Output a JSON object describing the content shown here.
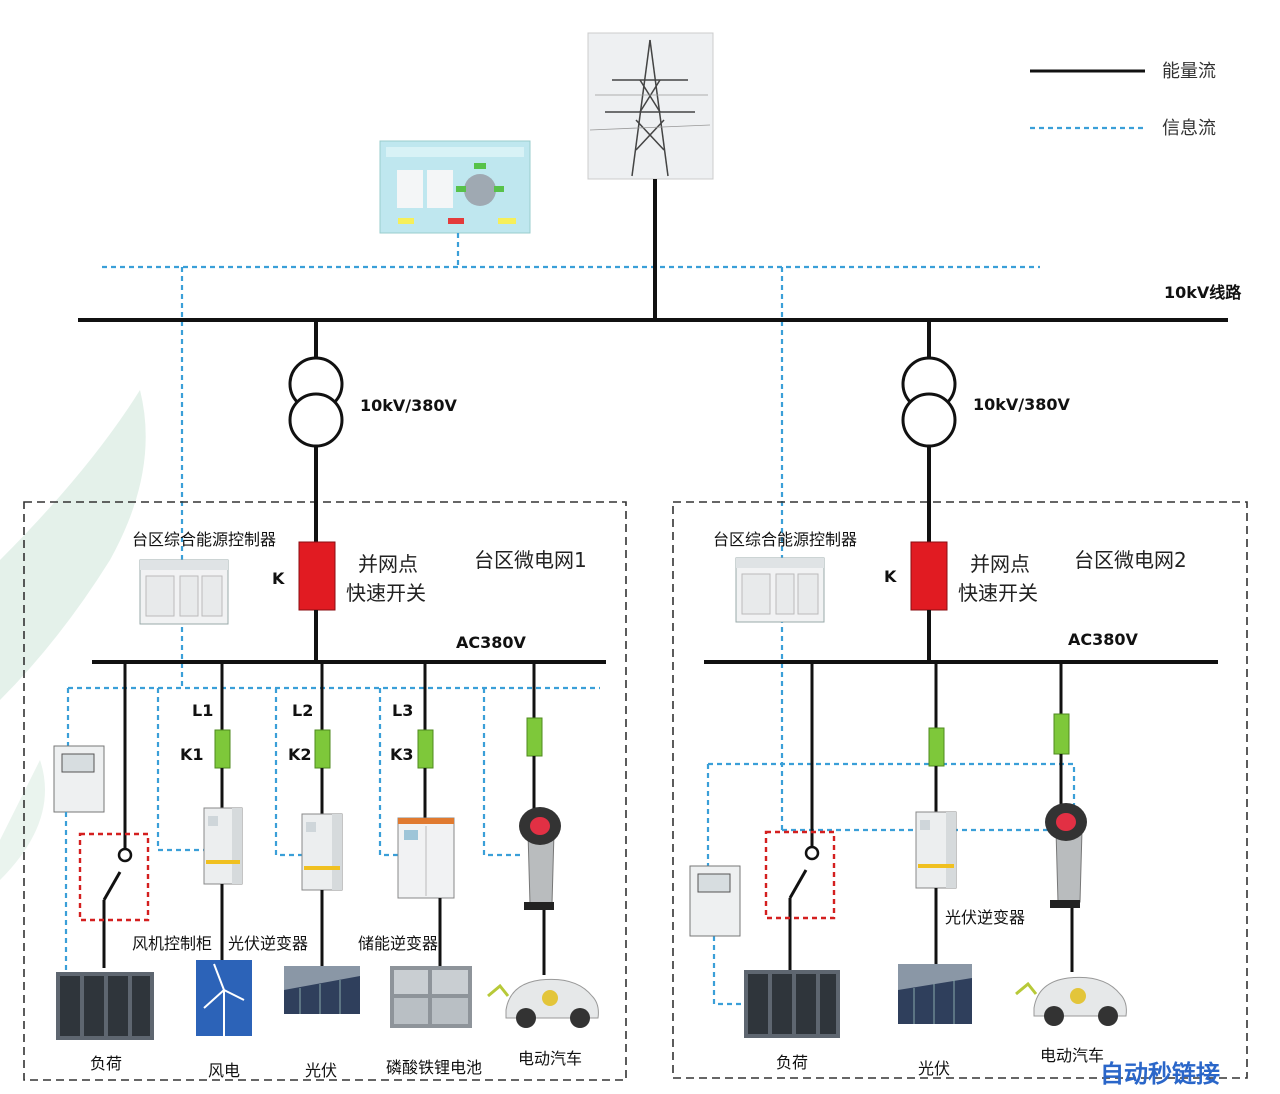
{
  "legend": {
    "energy_flow": "能量流",
    "info_flow": "信息流"
  },
  "line_10kv": "10kV线路",
  "transformer_label": "10kV/380V",
  "controller_label": "台区综合能源控制器",
  "grid_switch": {
    "k": "K",
    "line1": "并网点",
    "line2": "快速开关"
  },
  "ac_bus": "AC380V",
  "microgrid1": {
    "title": "台区微电网1",
    "branches": [
      {
        "l": "L1",
        "k": "K1"
      },
      {
        "l": "L2",
        "k": "K2"
      },
      {
        "l": "L3",
        "k": "K3"
      }
    ],
    "devices": {
      "wind_cabinet": "风机控制柜",
      "pv_inverter": "光伏逆变器",
      "storage_inverter": "储能逆变器"
    },
    "bottom": {
      "load": "负荷",
      "wind": "风电",
      "pv": "光伏",
      "battery": "磷酸铁锂电池",
      "ev": "电动汽车"
    }
  },
  "microgrid2": {
    "title": "台区微电网2",
    "devices": {
      "pv_inverter": "光伏逆变器"
    },
    "bottom": {
      "load": "负荷",
      "pv": "光伏",
      "ev": "电动汽车"
    }
  },
  "watermark": "自动秒链接",
  "colors": {
    "info_line": "#3a9fd8",
    "switch_red": "#e11b22",
    "breaker_green": "#7ec83a"
  }
}
